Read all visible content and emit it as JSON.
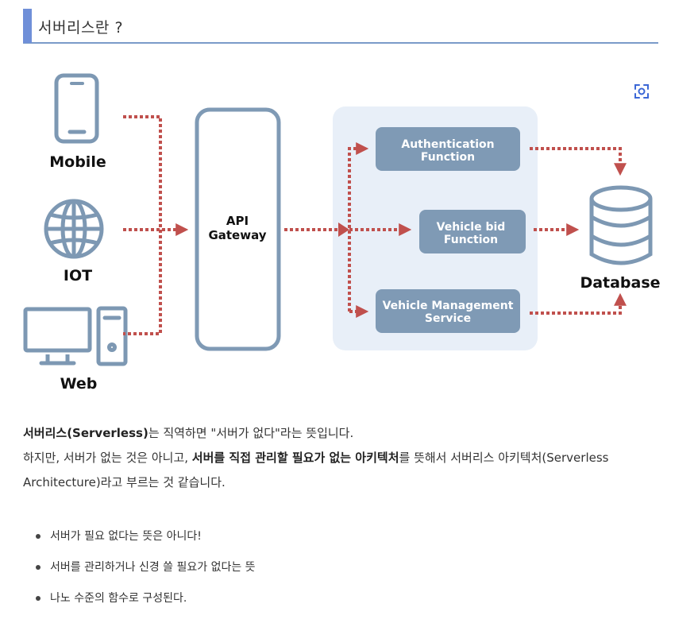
{
  "heading": {
    "title": "서버리스란 ?"
  },
  "diagram": {
    "clients": {
      "mobile": "Mobile",
      "iot": "IOT",
      "web": "Web"
    },
    "gateway": {
      "line1": "API",
      "line2": "Gateway"
    },
    "functions": [
      {
        "line1": "Authentication",
        "line2": "Function"
      },
      {
        "line1": "Vehicle bid",
        "line2": "Function"
      },
      {
        "line1": "Vehicle Management",
        "line2": "Service"
      }
    ],
    "database": "Database",
    "colors": {
      "icon": "#7d98b3",
      "box": "#7f9ab5",
      "panel": "#e8eff8",
      "arrow": "#c0504d"
    }
  },
  "body": {
    "p1": {
      "bold": "서버리스(Serverless)",
      "rest": "는 직역하면 \"서버가 없다\"라는 뜻입니다."
    },
    "p2": {
      "pre": "하지만, 서버가 없는 것은 아니고, ",
      "bold": "서버를 직접 관리할 필요가 없는 아키텍처",
      "post": "를 뜻해서 서버리스 아키텍처(Serverless"
    },
    "p3": "Architecture)라고 부르는 것 같습니다.",
    "bullets": [
      "서버가 필요 없다는 뜻은 아니다!",
      "서버를 관리하거나 신경 쓸 필요가 없다는 뜻",
      "나노 수준의 함수로 구성된다."
    ]
  }
}
